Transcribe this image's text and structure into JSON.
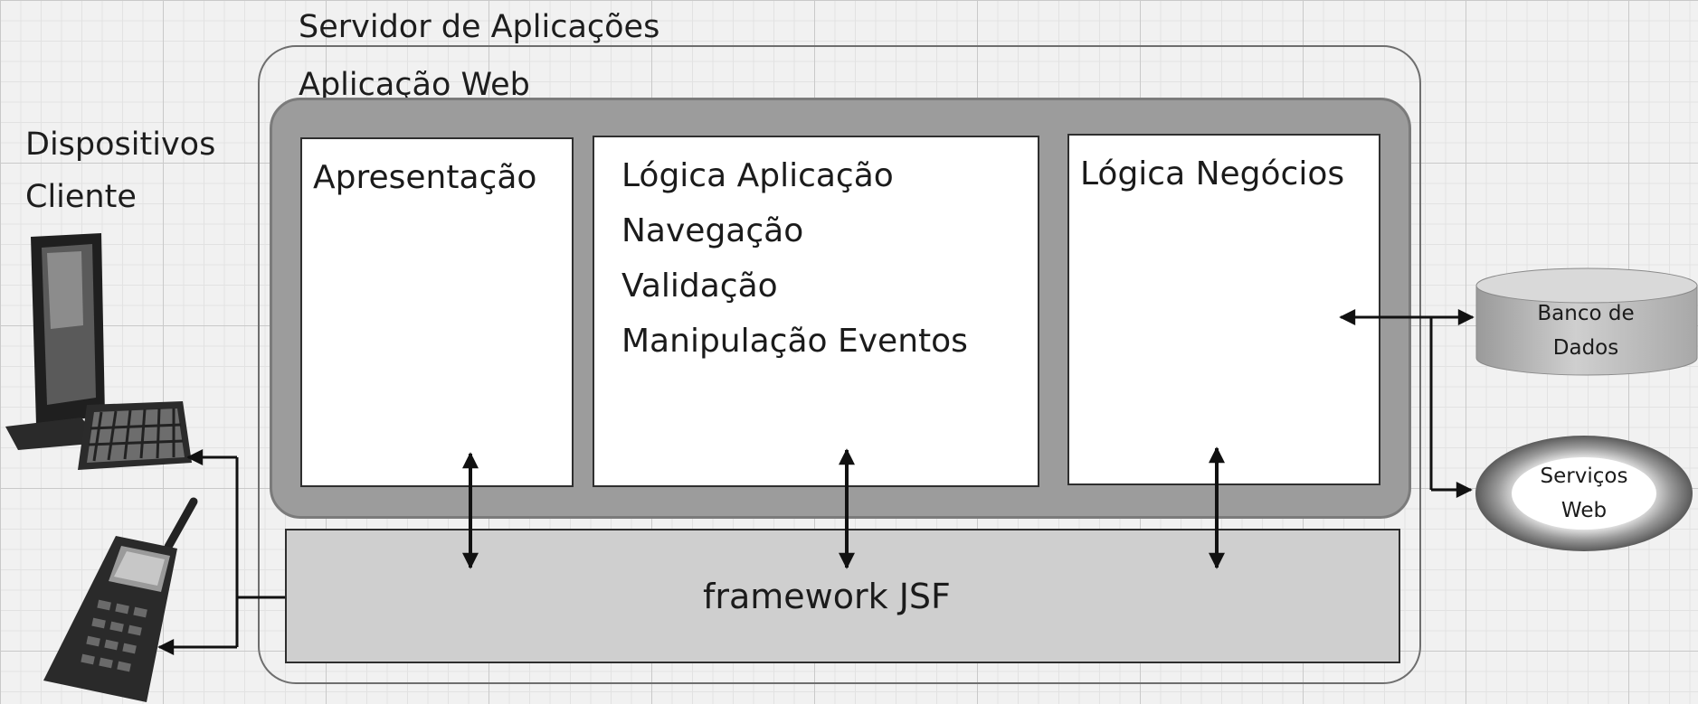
{
  "server": {
    "title": "Servidor de Aplicações"
  },
  "webapp": {
    "title": "Aplicação Web"
  },
  "clients": {
    "line1": "Dispositivos",
    "line2": "Cliente"
  },
  "panels": {
    "presentation": {
      "title": "Apresentação"
    },
    "app_logic": {
      "lines": [
        "Lógica Aplicação",
        "Navegação",
        "Validação",
        "Manipulação Eventos"
      ]
    },
    "business": {
      "title": "Lógica Negócios"
    }
  },
  "framework": {
    "label": "framework  JSF"
  },
  "database": {
    "line1": "Banco de",
    "line2": "Dados"
  },
  "web_services": {
    "line1": "Serviços",
    "line2": "Web"
  },
  "colors": {
    "panel_bg": "#ffffff",
    "webapp_bg": "#9c9c9c",
    "framework_bg": "#cfcfcf",
    "arrow": "#111111"
  },
  "icons": [
    "desktop-computer-icon",
    "mobile-phone-icon",
    "database-cylinder-icon",
    "web-services-cloud-icon"
  ]
}
